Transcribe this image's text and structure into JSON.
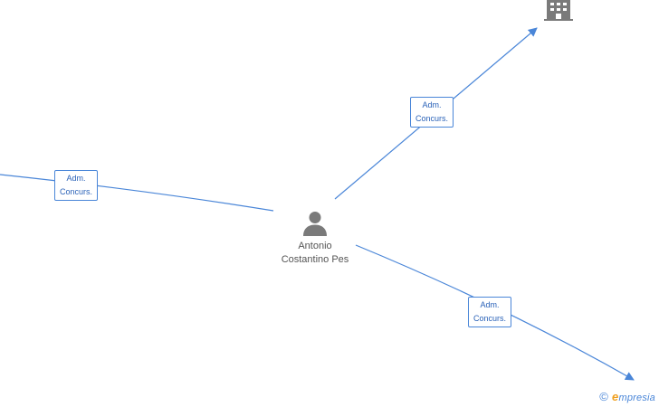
{
  "colors": {
    "edge": "#4a86d8",
    "label_text": "#2a62b8",
    "node_icon": "#7a7a7a",
    "node_text": "#555555",
    "watermark_accent": "#f0a020"
  },
  "center_node": {
    "icon": "person-icon",
    "name_line1": "Antonio",
    "name_line2": "Costantino Pes"
  },
  "company_node": {
    "icon": "building-icon"
  },
  "edges": [
    {
      "id": "edge-left",
      "line1": "Adm.",
      "line2": "Concurs."
    },
    {
      "id": "edge-upper-right",
      "line1": "Adm.",
      "line2": "Concurs."
    },
    {
      "id": "edge-lower-right",
      "line1": "Adm.",
      "line2": "Concurs."
    }
  ],
  "watermark": {
    "copyright": "©",
    "brand_initial": "e",
    "brand_rest": "mpresia"
  }
}
